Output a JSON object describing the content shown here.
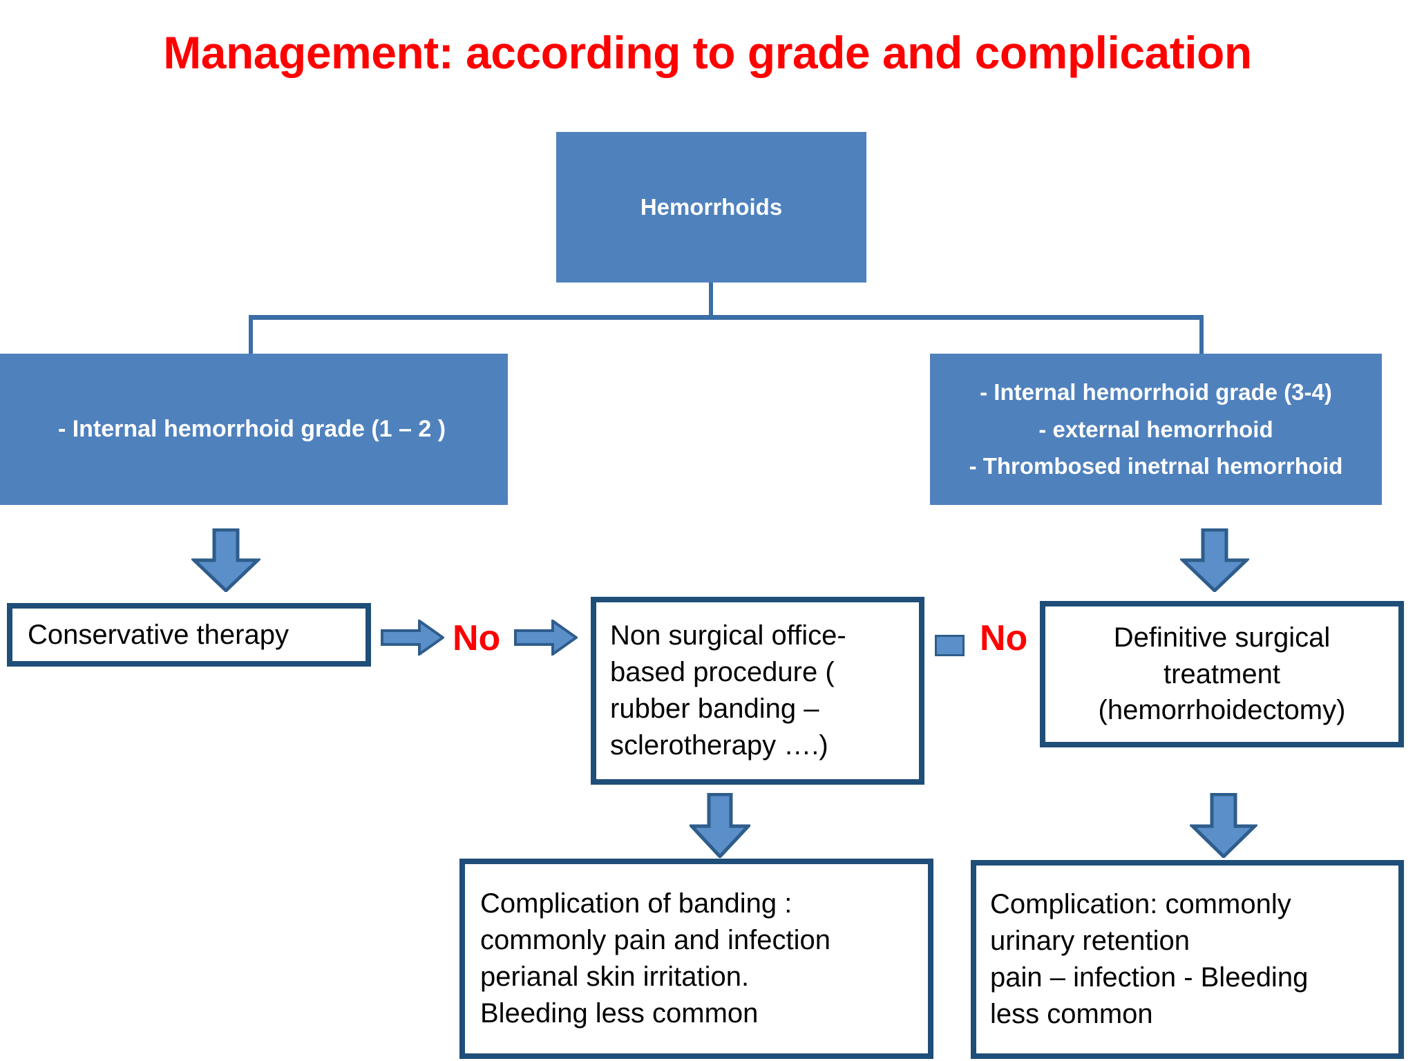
{
  "slide": {
    "title": "Management: according to grade and complication",
    "title_color": "#FF0000",
    "background": "#FFFFFF"
  },
  "colors": {
    "box_fill_blue": "#4F81BD",
    "box_border_navy": "#1F4E79",
    "connector_blue": "#3A6EA5",
    "arrow_blue": "#5B8FC9",
    "no_label_red": "#FF0000",
    "text_white": "#FFFFFF",
    "text_black": "#000000"
  },
  "nodes": {
    "root": {
      "label": "Hemorrhoids",
      "style": "filled-blue"
    },
    "branch_left": {
      "lines": [
        "- Internal hemorrhoid grade (1 – 2 )"
      ],
      "style": "filled-blue"
    },
    "branch_right": {
      "lines": [
        "- Internal hemorrhoid grade (3-4)",
        "-  external hemorrhoid",
        "- Thrombosed inetrnal hemorrhoid"
      ],
      "style": "filled-blue"
    },
    "conservative": {
      "lines": [
        "Conservative therapy"
      ],
      "style": "outlined-white"
    },
    "non_surgical": {
      "lines": [
        "Non surgical office-",
        "based procedure (",
        "rubber banding –",
        "sclerotherapy ….)"
      ],
      "style": "outlined-white"
    },
    "definitive": {
      "lines": [
        "Definitive surgical",
        "treatment",
        "(hemorrhoidectomy)"
      ],
      "style": "outlined-white"
    },
    "complication_banding": {
      "lines": [
        "Complication of banding :",
        "commonly pain and infection",
        "perianal skin irritation.",
        "Bleeding less common"
      ],
      "style": "outlined-white"
    },
    "complication_surgery": {
      "lines": [
        "Complication: commonly",
        "urinary retention",
        " pain – infection - Bleeding",
        "less common"
      ],
      "style": "outlined-white"
    }
  },
  "edge_labels": {
    "no_1": "No",
    "no_2": "No"
  },
  "icons": {
    "arrow_down_left": "arrow-down-icon",
    "arrow_down_right": "arrow-down-icon",
    "arrow_down_mid": "arrow-down-icon",
    "arrow_down_surgery": "arrow-down-icon",
    "arrow_right_1": "arrow-right-icon",
    "arrow_right_2": "arrow-right-icon",
    "arrow_right_3": "arrow-right-icon",
    "stub": "connector-stub-icon"
  }
}
